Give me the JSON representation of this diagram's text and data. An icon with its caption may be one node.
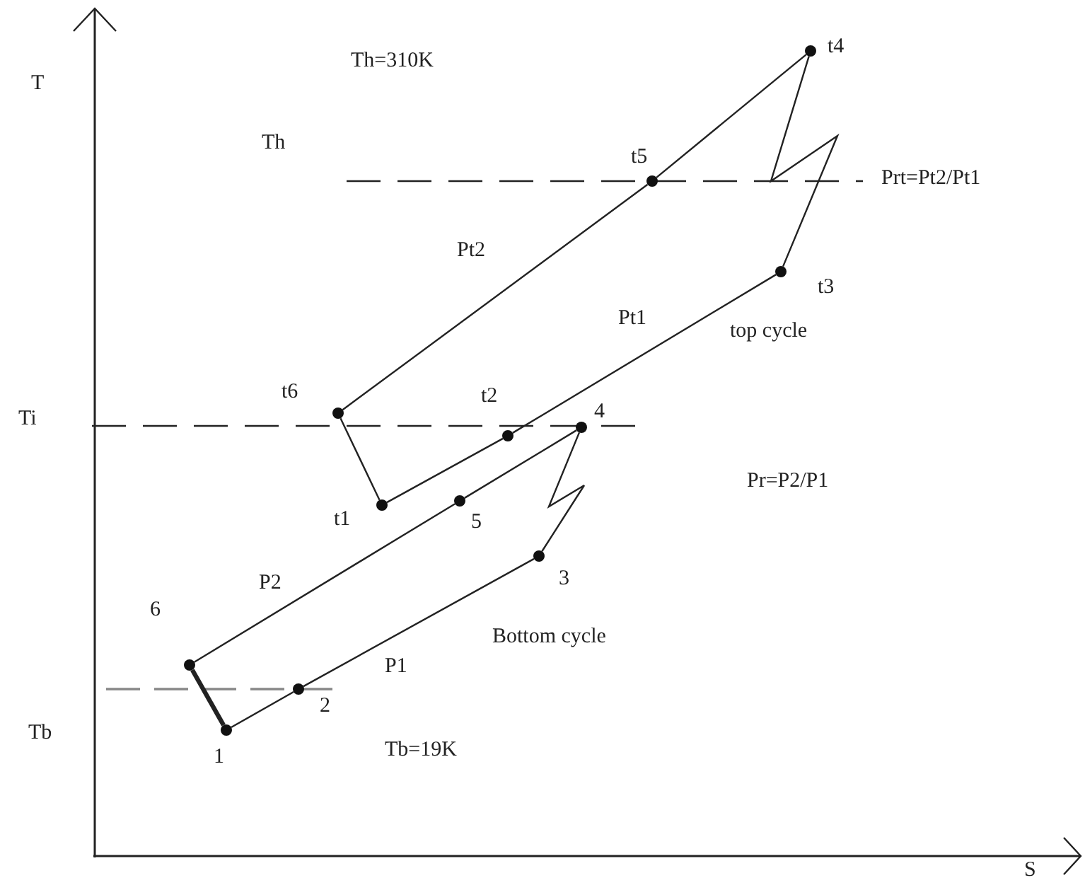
{
  "diagram": {
    "nodes": [
      {
        "text": [],
        "shape": "circle",
        "beside": [
          "t4"
        ]
      },
      {
        "text": [],
        "shape": "circle",
        "beside": [
          "t5"
        ]
      },
      {
        "text": [],
        "shape": "circle",
        "beside": [
          "t3"
        ]
      },
      {
        "text": [],
        "shape": "circle",
        "beside": [
          "t6"
        ]
      },
      {
        "text": [],
        "shape": "circle",
        "beside": [
          "t2"
        ]
      },
      {
        "text": [],
        "shape": "circle",
        "beside": [
          "4"
        ]
      },
      {
        "text": [],
        "shape": "circle",
        "beside": [
          "t1"
        ]
      },
      {
        "text": [],
        "shape": "circle",
        "beside": [
          "5"
        ]
      },
      {
        "text": [],
        "shape": "circle",
        "beside": [
          "3"
        ]
      },
      {
        "text": [],
        "shape": "circle",
        "beside": [
          "6"
        ]
      },
      {
        "text": [],
        "shape": "circle",
        "beside": [
          "2"
        ]
      },
      {
        "text": [],
        "shape": "circle",
        "beside": [
          "1"
        ]
      }
    ],
    "edges": [
      {
        "from": 11,
        "to": 10,
        "arrow": "none"
      },
      {
        "from": 10,
        "to": 8,
        "arrow": "none"
      },
      {
        "from": 8,
        "to": 5,
        "arrow": "none"
      },
      {
        "from": 5,
        "to": 7,
        "arrow": "none"
      },
      {
        "from": 7,
        "to": 9,
        "arrow": "none"
      },
      {
        "from": 9,
        "to": 11,
        "arrow": "none",
        "style": "thick"
      },
      {
        "from": 6,
        "to": 4,
        "arrow": "none"
      },
      {
        "from": 4,
        "to": 2,
        "arrow": "none"
      },
      {
        "from": 2,
        "to": 0,
        "arrow": "none"
      },
      {
        "from": 0,
        "to": 1,
        "arrow": "none"
      },
      {
        "from": 1,
        "to": 3,
        "arrow": "none"
      },
      {
        "from": 3,
        "to": 6,
        "arrow": "none"
      }
    ],
    "labels": [
      "T",
      "Th=310K",
      "Th",
      "Prt=Pt2/Pt1",
      "Pt2",
      "Pt1",
      "top cycle",
      "Ti",
      "Pr=P2/P1",
      "P2",
      "Bottom cycle",
      "P1",
      "Tb",
      "Tb=19K",
      "S"
    ]
  }
}
